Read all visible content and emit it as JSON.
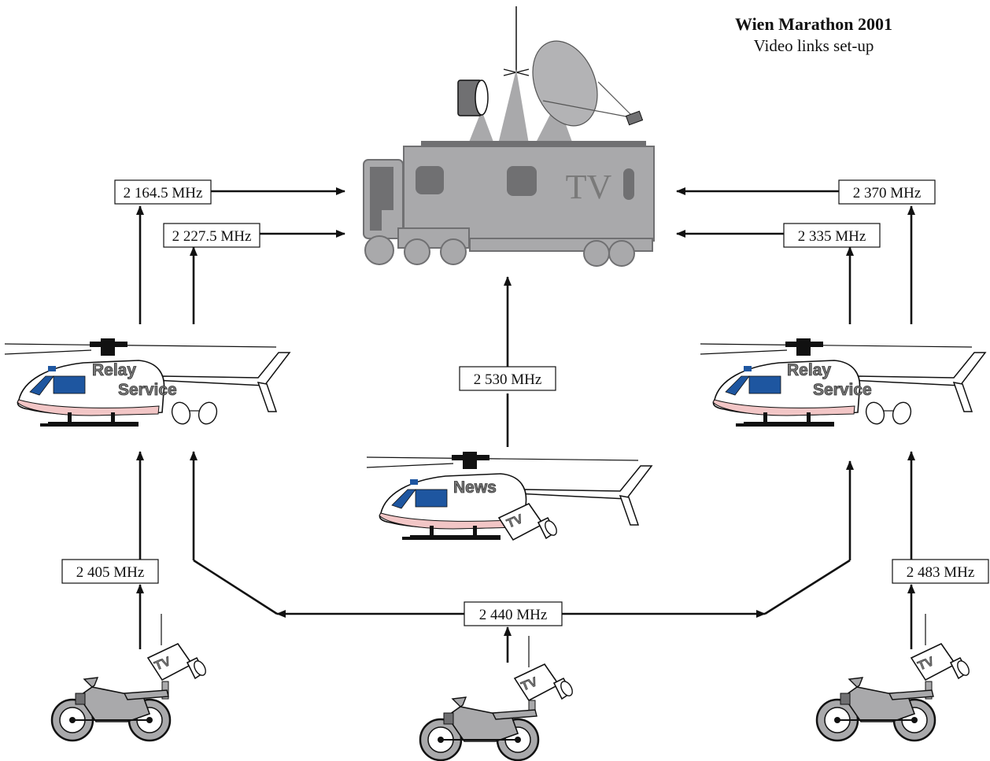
{
  "title": "Wien Marathon 2001",
  "subtitle": "Video links set-up",
  "colors": {
    "line": "#111111",
    "vehicle_gray": "#a9a9ab",
    "dark_gray": "#707072",
    "heli_belly": "#f2c6c6",
    "heli_window": "#1e56a0"
  },
  "truck": {
    "label": "TV"
  },
  "helicopters": {
    "relay_left": {
      "line1": "Relay",
      "line2": "Service"
    },
    "relay_right": {
      "line1": "Relay",
      "line2": "Service"
    },
    "news": {
      "line1": "News",
      "camera_label": "TV"
    }
  },
  "motorbikes": {
    "left": {
      "camera_label": "TV"
    },
    "center": {
      "camera_label": "TV"
    },
    "right": {
      "camera_label": "TV"
    }
  },
  "links": {
    "left_relay_upper": "2 164.5 MHz",
    "left_relay_lower": "2 227.5 MHz",
    "right_relay_upper": "2 370 MHz",
    "right_relay_lower": "2 335 MHz",
    "news_to_truck": "2 530 MHz",
    "left_bike_up": "2 405 MHz",
    "center_bike_shared": "2 440 MHz",
    "right_bike_up": "2 483 MHz"
  }
}
